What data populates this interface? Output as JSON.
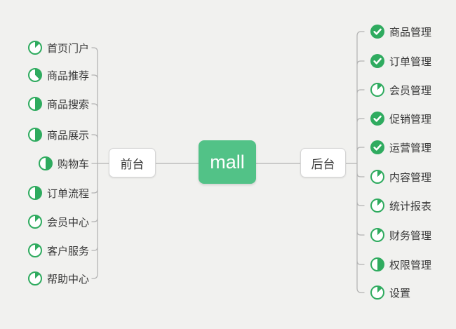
{
  "canvas": {
    "background": "#f1f1ef"
  },
  "colors": {
    "accent_green": "#2fab5f",
    "root_fill": "#52c287",
    "root_text": "#ffffff",
    "line": "#b2b2b2",
    "text": "#383838",
    "node_fill": "#ffffff",
    "node_border": "#d6d6d6"
  },
  "root": {
    "label": "mall"
  },
  "branches": [
    {
      "label": "前台",
      "side": "left",
      "items": [
        {
          "label": "首页门户",
          "progress": 0.125
        },
        {
          "label": "商品推荐",
          "progress": 0.375
        },
        {
          "label": "商品搜索",
          "progress": 0.5
        },
        {
          "label": "商品展示",
          "progress": 0.5
        },
        {
          "label": "购物车",
          "progress": 0.5
        },
        {
          "label": "订单流程",
          "progress": 0.5
        },
        {
          "label": "会员中心",
          "progress": 0.125
        },
        {
          "label": "客户服务",
          "progress": 0.125
        },
        {
          "label": "帮助中心",
          "progress": 0.125
        }
      ]
    },
    {
      "label": "后台",
      "side": "right",
      "items": [
        {
          "label": "商品管理",
          "progress": 1
        },
        {
          "label": "订单管理",
          "progress": 1
        },
        {
          "label": "会员管理",
          "progress": 0.125
        },
        {
          "label": "促销管理",
          "progress": 1
        },
        {
          "label": "运营管理",
          "progress": 1
        },
        {
          "label": "内容管理",
          "progress": 0.125
        },
        {
          "label": "统计报表",
          "progress": 0.125
        },
        {
          "label": "财务管理",
          "progress": 0.125
        },
        {
          "label": "权限管理",
          "progress": 0.5
        },
        {
          "label": "设置",
          "progress": 0.125
        }
      ]
    }
  ]
}
